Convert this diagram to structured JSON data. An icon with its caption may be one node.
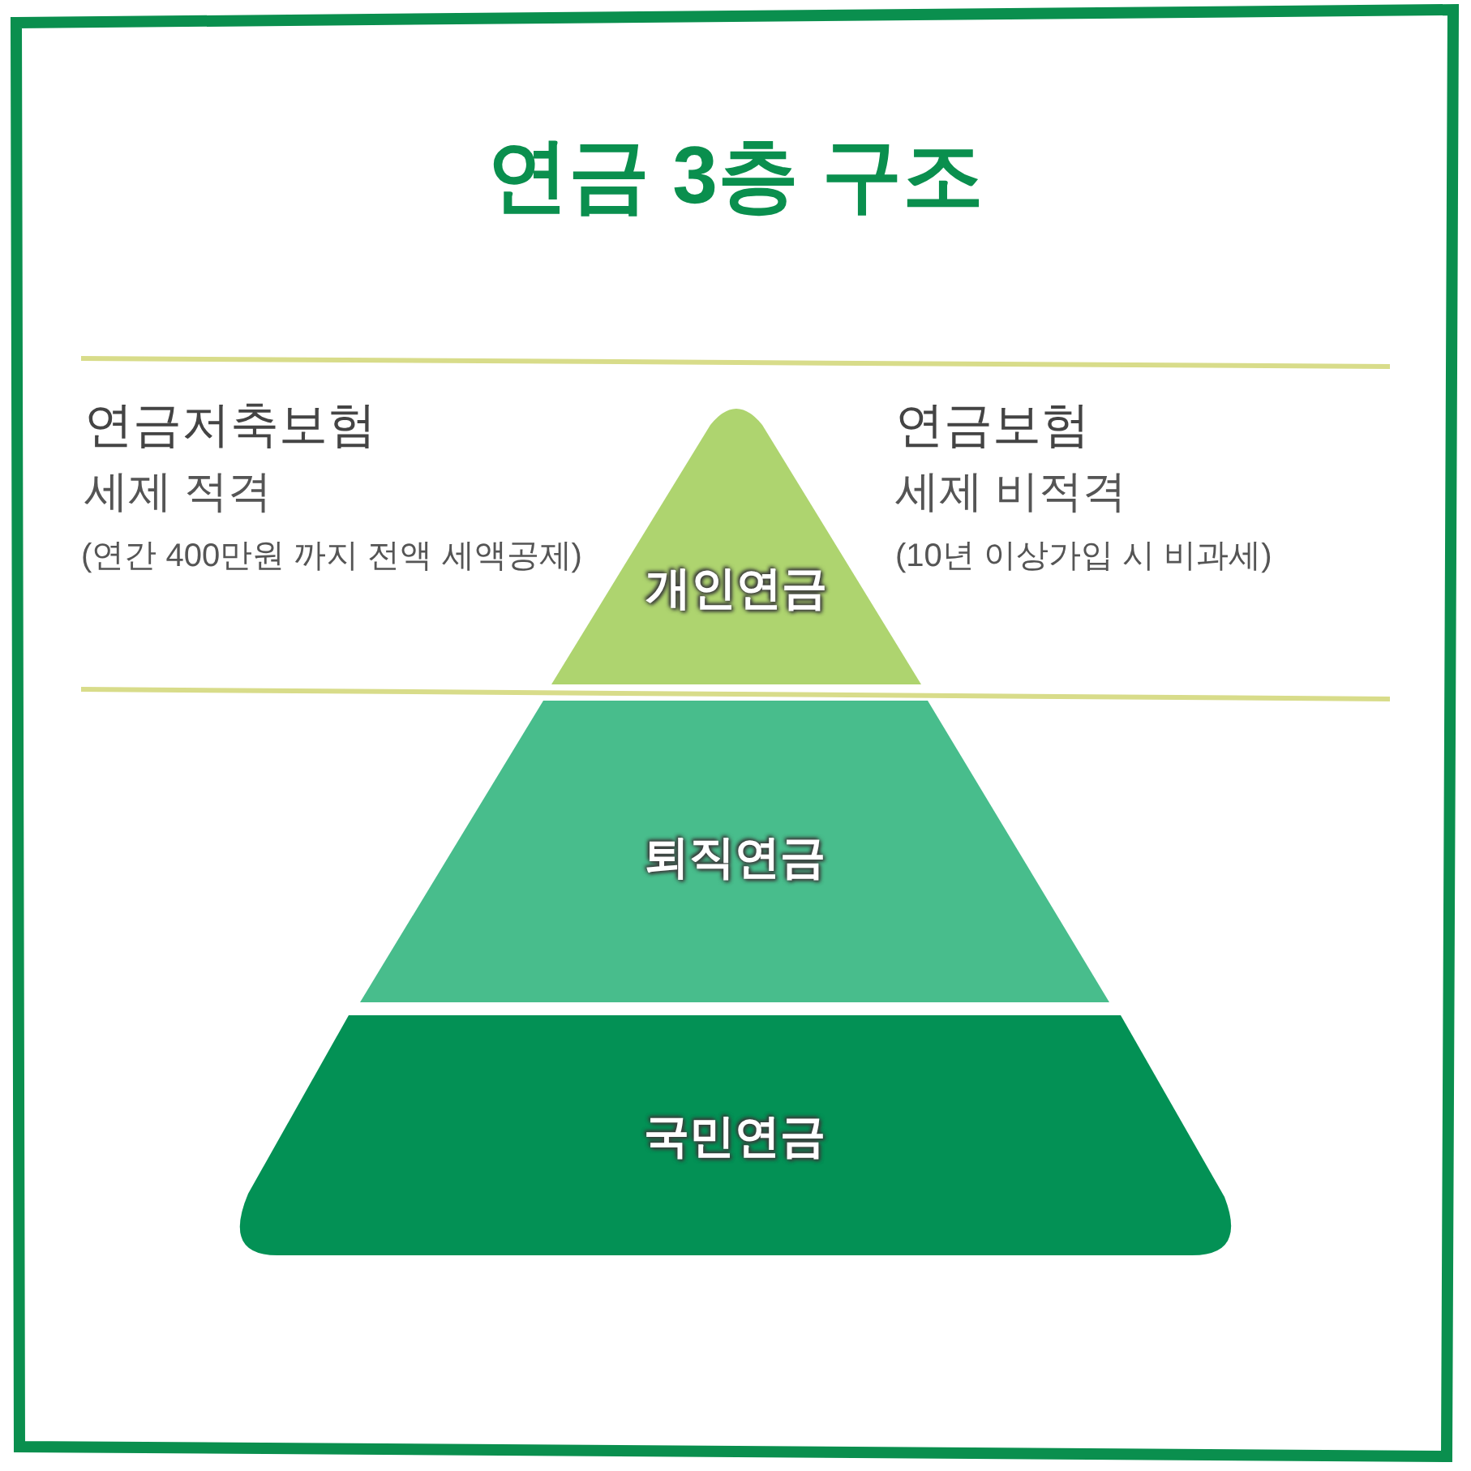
{
  "diagram": {
    "title": "연금 3층 구조",
    "nodes": [
      {
        "text": [
          "개인연금"
        ]
      },
      {
        "text": [
          "퇴직연금"
        ]
      },
      {
        "text": [
          "국민연금"
        ]
      }
    ],
    "labels": [
      "연금저축보험",
      "세제 적격",
      "(연간 400만원 까지 전액 세액공제)",
      "연금보험",
      "세제 비적격",
      "(10년 이상가입 시 비과세)"
    ]
  }
}
